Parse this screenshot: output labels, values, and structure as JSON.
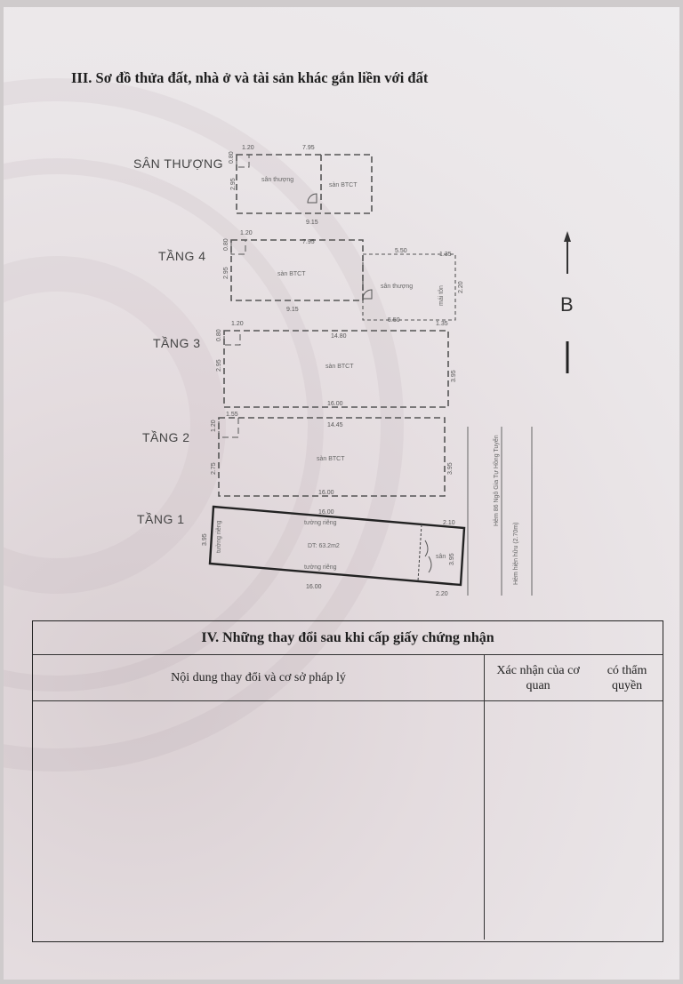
{
  "section3": {
    "title": "III. Sơ đồ thửa đất, nhà ở và tài sản khác gắn liền với đất"
  },
  "floors": {
    "san_thuong": {
      "label": "SÂN THƯỢNG",
      "dims": {
        "top_a": "1.20",
        "top_b": "7.95",
        "left": "2.95",
        "left_small": "0.80",
        "bottom": "9.15"
      },
      "rooms": {
        "a": "sân thượng",
        "b": "sàn BTCT"
      }
    },
    "tang4": {
      "label": "TẦNG 4",
      "dims": {
        "top_a": "1.20",
        "top_b": "7.95",
        "top_c": "5.50",
        "top_d": "1.35",
        "left": "2.95",
        "left_small": "0.80",
        "right": "2.20",
        "bottom_a": "9.15",
        "bottom_b": "5.50",
        "bottom_c": "1.35"
      },
      "rooms": {
        "a": "sàn BTCT",
        "b": "sân thượng",
        "c": "mái tôn"
      }
    },
    "tang3": {
      "label": "TẦNG 3",
      "dims": {
        "top_a": "1.20",
        "top_b": "14.80",
        "left": "2.95",
        "left_small": "0.80",
        "right": "3.95",
        "bottom": "16.00"
      },
      "rooms": {
        "a": "sàn BTCT"
      }
    },
    "tang2": {
      "label": "TẦNG 2",
      "dims": {
        "top_a": "1.55",
        "top_b": "14.45",
        "left": "2.75",
        "left_small": "1.20",
        "right": "3.95",
        "bottom": "16.00"
      },
      "rooms": {
        "a": "sàn BTCT"
      }
    },
    "tang1": {
      "label": "TẦNG 1",
      "dims": {
        "top": "16.00",
        "top_right": "2.10",
        "left": "3.95",
        "right": "3.95",
        "bottom": "16.00",
        "bottom_right": "2.20"
      },
      "rooms": {
        "wall_top": "tường riêng",
        "wall_left": "tường riêng",
        "wall_bottom": "tường riêng",
        "area": "DT: 63.2m2",
        "yard": "sân"
      }
    }
  },
  "road": {
    "name": "Hẻm 86 Ngô Gia Tự Hồng Tuyến",
    "alley": "Hẻm hiện hữu (2.70m)"
  },
  "north": {
    "letter": "B"
  },
  "section4": {
    "title": "IV. Những thay đổi sau khi cấp giấy chứng nhận",
    "col1": "Nội dung thay đổi và cơ sở pháp lý",
    "col2_line1": "Xác nhận của cơ quan",
    "col2_line2": "có thẩm quyền"
  }
}
